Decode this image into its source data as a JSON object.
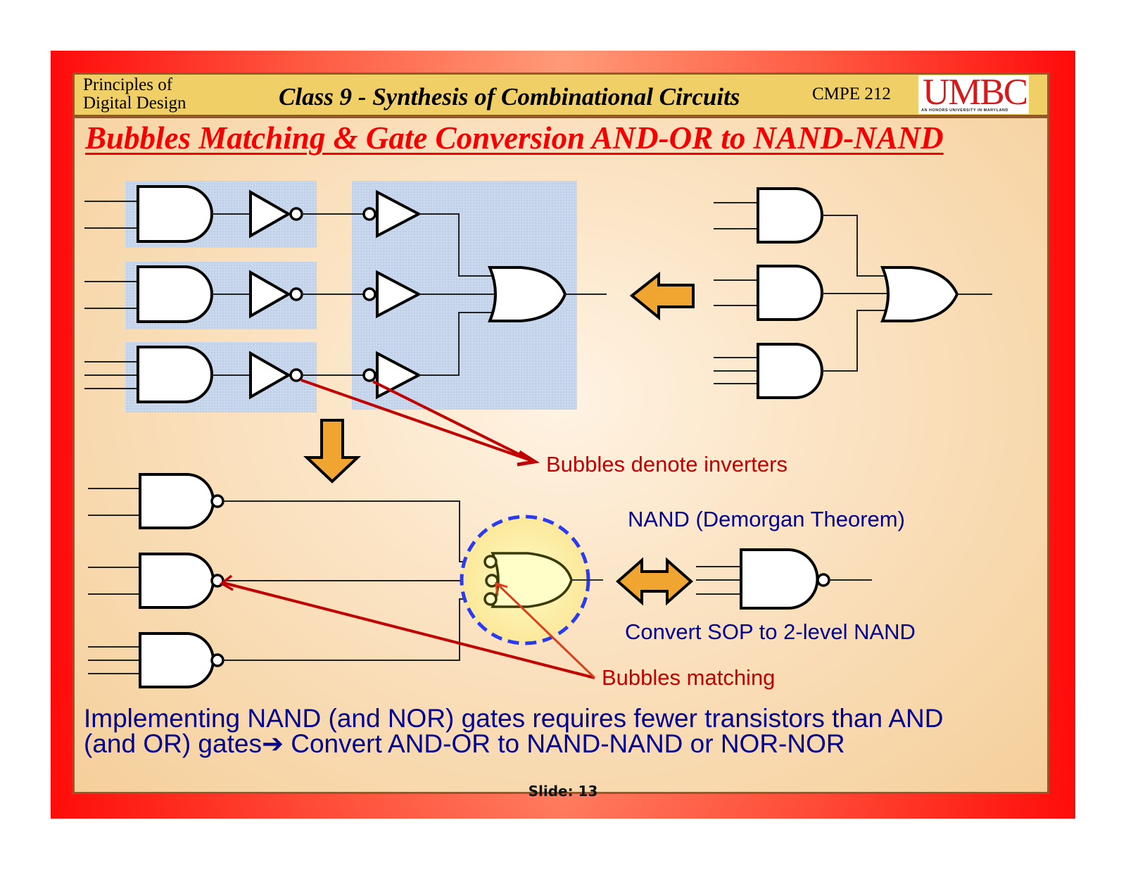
{
  "header": {
    "course_line1": "Principles of",
    "course_line2": "Digital Design",
    "class_title": "Class 9 - Synthesis of Combinational Circuits",
    "course_code": "CMPE 212",
    "logo_text": "UMBC",
    "logo_subtitle": "AN HONORS UNIVERSITY IN MARYLAND"
  },
  "slide_title": "Bubbles Matching & Gate Conversion AND-OR to NAND-NAND",
  "annotations": {
    "bubbles_denote_inverters": "Bubbles denote inverters",
    "nand_demorgan": "NAND (Demorgan Theorem)",
    "convert_sop": "Convert SOP to 2-level NAND",
    "bubbles_matching": "Bubbles matching"
  },
  "diagram": {
    "circuits": [
      {
        "name": "AND-OR (original)",
        "and_gate_inputs": [
          2,
          2,
          3
        ],
        "output_gate": "OR"
      },
      {
        "name": "AND-NOT / NOT-OR (bubbles inserted)",
        "and_gate_inputs": [
          2,
          2,
          3
        ],
        "output_gate": "OR"
      },
      {
        "name": "NAND-NAND",
        "and_gate_inputs": [
          2,
          2,
          3
        ],
        "output_gate": "OR with inverted inputs"
      },
      {
        "name": "Equivalent NAND",
        "inputs": 3
      }
    ],
    "arrows": [
      "left-arrow",
      "down-arrow",
      "double-arrow"
    ],
    "colors": {
      "arrow_fill": "#f0a530",
      "annotation_red": "#c00000",
      "annotation_blue": "#00008f",
      "highlight_fill": "#fff4a8",
      "dashed_circle": "#2a3af0",
      "shaded_box": "#c7d6ea"
    }
  },
  "bottom_text": {
    "line1": "Implementing NAND (and NOR) gates requires fewer transistors than AND",
    "line2": "(and OR) gates➔ Convert AND-OR to NAND-NAND or NOR-NOR"
  },
  "footer": {
    "slide_label": "Slide: 13"
  }
}
